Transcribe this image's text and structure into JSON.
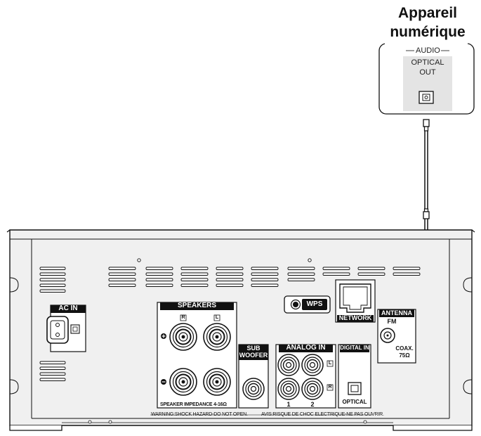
{
  "device": {
    "title_line1": "Appareil",
    "title_line2": "numérique",
    "audio_label": "AUDIO",
    "port_label_line1": "OPTICAL",
    "port_label_line2": "OUT"
  },
  "panel": {
    "ac_in": "AC IN",
    "speakers": "SPEAKERS",
    "speaker_r": "R",
    "speaker_l": "L",
    "speaker_impedance": "SPEAKER IMPEDANCE 4-16Ω",
    "warning": "WARNING:SHOCK HAZARD-DO NOT OPEN.",
    "avis": "AVIS:RISQUE DE CHOC ELECTRIQUE-NE PAS OUVRIR.",
    "sub_woofer_line1": "SUB",
    "sub_woofer_line2": "WOOFER",
    "analog_in": "ANALOG IN",
    "analog_1": "1",
    "analog_2": "2",
    "analog_l": "L",
    "analog_r": "R",
    "digital_in": "DIGITAL IN",
    "optical": "OPTICAL",
    "wps": "WPS",
    "network": "NETWORK",
    "antenna": "ANTENNA",
    "fm": "FM",
    "coax": "COAX.",
    "ohm": "75Ω"
  },
  "colors": {
    "line": "#111111",
    "panel_fill": "#f2f2f2",
    "device_fill": "#ffffff",
    "port_area": "#dedede",
    "label_bg": "#111111"
  }
}
